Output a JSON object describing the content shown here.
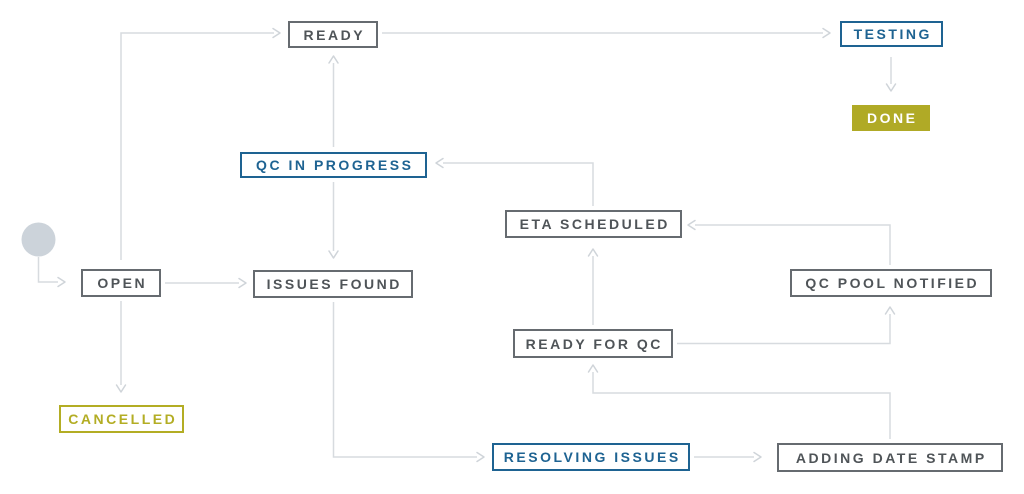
{
  "diagram": {
    "type": "workflow-state-diagram",
    "colors": {
      "gray_border": "#666b70",
      "gray_text": "#4f5458",
      "blue": "#1e6392",
      "olive": "#b3ad24",
      "olive_fill": "#b0aa26",
      "connector": "#d7dbdf",
      "start_circle": "#ccd3da",
      "background": "#ffffff"
    },
    "start_node": {
      "shape": "circle"
    },
    "nodes": [
      {
        "id": "ready",
        "label": "READY",
        "style": "gray"
      },
      {
        "id": "testing",
        "label": "TESTING",
        "style": "blue"
      },
      {
        "id": "done",
        "label": "DONE",
        "style": "olive-filled"
      },
      {
        "id": "qc-in-progress",
        "label": "QC IN PROGRESS",
        "style": "blue"
      },
      {
        "id": "eta-scheduled",
        "label": "ETA SCHEDULED",
        "style": "gray"
      },
      {
        "id": "open",
        "label": "OPEN",
        "style": "gray"
      },
      {
        "id": "issues-found",
        "label": "ISSUES FOUND",
        "style": "gray"
      },
      {
        "id": "qc-pool-notified",
        "label": "QC POOL NOTIFIED",
        "style": "gray"
      },
      {
        "id": "ready-for-qc",
        "label": "READY FOR QC",
        "style": "gray"
      },
      {
        "id": "cancelled",
        "label": "CANCELLED",
        "style": "olive-outline"
      },
      {
        "id": "resolving-issues",
        "label": "RESOLVING ISSUES",
        "style": "blue"
      },
      {
        "id": "adding-date-stamp",
        "label": "ADDING DATE STAMP",
        "style": "gray"
      }
    ],
    "edges": [
      {
        "from": "start",
        "to": "open"
      },
      {
        "from": "open",
        "to": "ready"
      },
      {
        "from": "qc-in-progress",
        "to": "ready"
      },
      {
        "from": "ready",
        "to": "testing"
      },
      {
        "from": "testing",
        "to": "done"
      },
      {
        "from": "eta-scheduled",
        "to": "qc-in-progress"
      },
      {
        "from": "qc-in-progress",
        "to": "issues-found"
      },
      {
        "from": "open",
        "to": "issues-found"
      },
      {
        "from": "open",
        "to": "cancelled"
      },
      {
        "from": "issues-found",
        "to": "resolving-issues"
      },
      {
        "from": "resolving-issues",
        "to": "adding-date-stamp"
      },
      {
        "from": "adding-date-stamp",
        "to": "ready-for-qc"
      },
      {
        "from": "ready-for-qc",
        "to": "eta-scheduled"
      },
      {
        "from": "ready-for-qc",
        "to": "qc-pool-notified"
      },
      {
        "from": "qc-pool-notified",
        "to": "eta-scheduled"
      }
    ]
  }
}
